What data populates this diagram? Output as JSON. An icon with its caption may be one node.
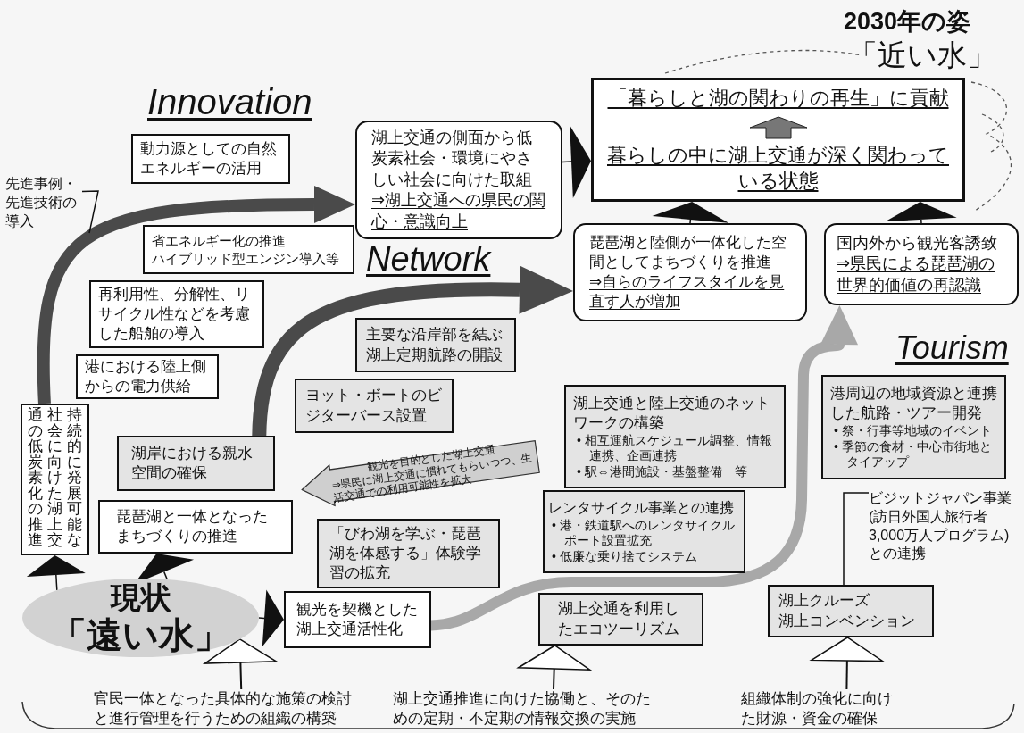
{
  "diagram": {
    "nodes": [
      {
        "text": [
          "現状",
          "「遠い水」"
        ]
      },
      {
        "text": [
          "持続的に発展可能な社会に向けた湖上交通の低炭素化の推進"
        ]
      },
      {
        "text": [
          "琵琶湖と一体となったまちづくりの推進"
        ]
      },
      {
        "text": [
          "観光を契機とした湖上交通活性化"
        ]
      },
      {
        "text": [
          "港における陸上側からの電力供給"
        ]
      },
      {
        "text": [
          "再利用性、分解性、リサイクル性などを考慮した船舶の導入"
        ]
      },
      {
        "text": [
          "省エネルギー化の推進",
          "ハイブリッド型エンジン導入等"
        ]
      },
      {
        "text": [
          "動力源としての自然エネルギーの活用"
        ]
      },
      {
        "text": [
          "湖上交通の側面から低炭素社会・環境にやさしい社会に向けた取組",
          "⇒湖上交通への県民の関心・意識向上"
        ]
      },
      {
        "text": [
          "湖岸における親水空間の確保"
        ]
      },
      {
        "text": [
          "ヨット・ボートのビジターバース設置"
        ]
      },
      {
        "text": [
          "主要な沿岸部を結ぶ湖上定期航路の開設"
        ]
      },
      {
        "text": [
          "観光を目的とした湖上交通",
          "⇒県民に湖上交通に慣れてもらいつつ、生活交通での利用可能性を拡大"
        ]
      },
      {
        "text": [
          "「びわ湖を学ぶ・琵琶湖を体感する」体験学習の拡充"
        ]
      },
      {
        "text": [
          "レンタサイクル事業との連携",
          "• 港・鉄道駅へのレンタサイクルポート設置拡充",
          "• 低廉な乗り捨てシステム"
        ]
      },
      {
        "text": [
          "湖上交通と陸上交通のネットワークの構築",
          "• 相互運航スケジュール調整、情報連携、企画連携",
          "• 駅⇔港間施設・基盤整備　等"
        ]
      },
      {
        "text": [
          "湖上交通を利用したエコツーリズム"
        ]
      },
      {
        "text": [
          "港周辺の地域資源と連携した航路・ツアー開発",
          "• 祭・行事等地域のイベント",
          "• 季節の食材・中心市街地とタイアップ"
        ]
      },
      {
        "text": [
          "湖上クルーズ",
          "湖上コンベンション"
        ]
      },
      {
        "text": [
          "ビジットジャパン事業(訪日外国人旅行者3,000万人プログラム)との連携"
        ]
      },
      {
        "text": [
          "琵琶湖と陸側が一体化した空間としてまちづくりを推進",
          "⇒自らのライフスタイルを見直す人が増加"
        ]
      },
      {
        "text": [
          "国内外から観光客誘致",
          "⇒県民による琵琶湖の世界的価値の再認識"
        ]
      },
      {
        "text": [
          "「暮らしと湖の関わりの再生」に貢献",
          "暮らしの中に湖上交通が深く関わっている状態"
        ]
      },
      {
        "text": [
          "先進事例・先進技術の導入"
        ]
      },
      {
        "text": [
          "官民一体となった具体的な施策の検討と進行管理を行うための組織の構築"
        ]
      },
      {
        "text": [
          "湖上交通推進に向けた協働と、そのための定期・不定期の情報交換の実施"
        ]
      },
      {
        "text": [
          "組織体制の強化に向けた財源・資金の確保"
        ]
      }
    ],
    "edges": [
      {
        "from": 0,
        "to": 1,
        "arrow": "to"
      },
      {
        "from": 0,
        "to": 2,
        "arrow": "to"
      },
      {
        "from": 0,
        "to": 3,
        "arrow": "to"
      },
      {
        "from": 1,
        "to": 8,
        "arrow": "to",
        "style": "thick",
        "color": "#4a4a4a"
      },
      {
        "from": 9,
        "to": 20,
        "arrow": "to",
        "style": "thick",
        "color": "#4a4a4a"
      },
      {
        "from": 3,
        "to": 21,
        "arrow": "to",
        "style": "thick",
        "color": "#a8a8a8"
      },
      {
        "from": 8,
        "to": 22,
        "arrow": "to"
      },
      {
        "from": 20,
        "to": 22,
        "arrow": "to"
      },
      {
        "from": 21,
        "to": 22,
        "arrow": "to"
      },
      {
        "from": 23,
        "to": null,
        "arrow": "none"
      },
      {
        "from": 19,
        "to": 18,
        "arrow": "none"
      },
      {
        "from": 24,
        "to": 0,
        "arrow": "to"
      },
      {
        "from": 25,
        "to": 16,
        "arrow": "to"
      },
      {
        "from": 26,
        "to": 18,
        "arrow": "to"
      }
    ],
    "labels": [
      "2030年の姿",
      "「近い水」",
      "Innovation",
      "Network",
      "Tourism"
    ]
  }
}
